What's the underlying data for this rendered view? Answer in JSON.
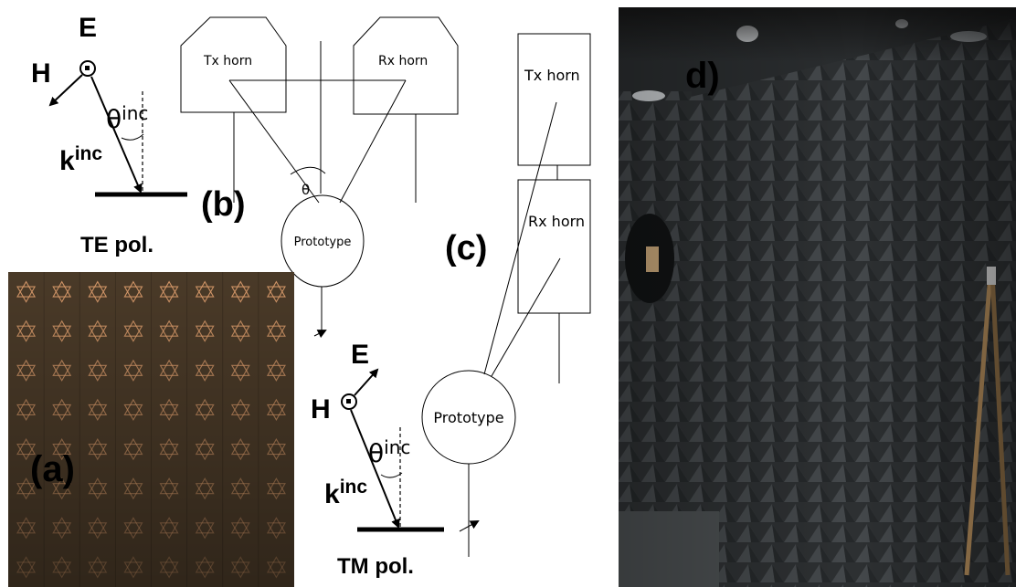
{
  "te_diagram": {
    "e_label": "E",
    "h_label": "H",
    "theta_label": "θ",
    "theta_sup": "inc",
    "k_label": "k",
    "k_sup": "inc",
    "pol_label": "TE pol."
  },
  "tm_diagram": {
    "e_label": "E",
    "h_label": "H",
    "theta_label": "θ",
    "theta_sup": "inc",
    "k_label": "k",
    "k_sup": "inc",
    "pol_label": "TM pol."
  },
  "setup_b": {
    "panel_label": "(b)",
    "tx_label": "Tx horn",
    "rx_label": "Rx horn",
    "angle_label": "θ",
    "prototype_label": "Prototype"
  },
  "setup_c": {
    "panel_label": "(c)",
    "tx_label": "Tx horn",
    "rx_label": "Rx horn",
    "prototype_label": "Prototype"
  },
  "photo_a": {
    "panel_label": "(a)",
    "colors": {
      "board": "#4a3a28",
      "star": "#d89a6a"
    }
  },
  "photo_d": {
    "panel_label": "d)",
    "colors": {
      "absorber": "#2f3234",
      "ceiling": "#1a1c1e"
    }
  }
}
